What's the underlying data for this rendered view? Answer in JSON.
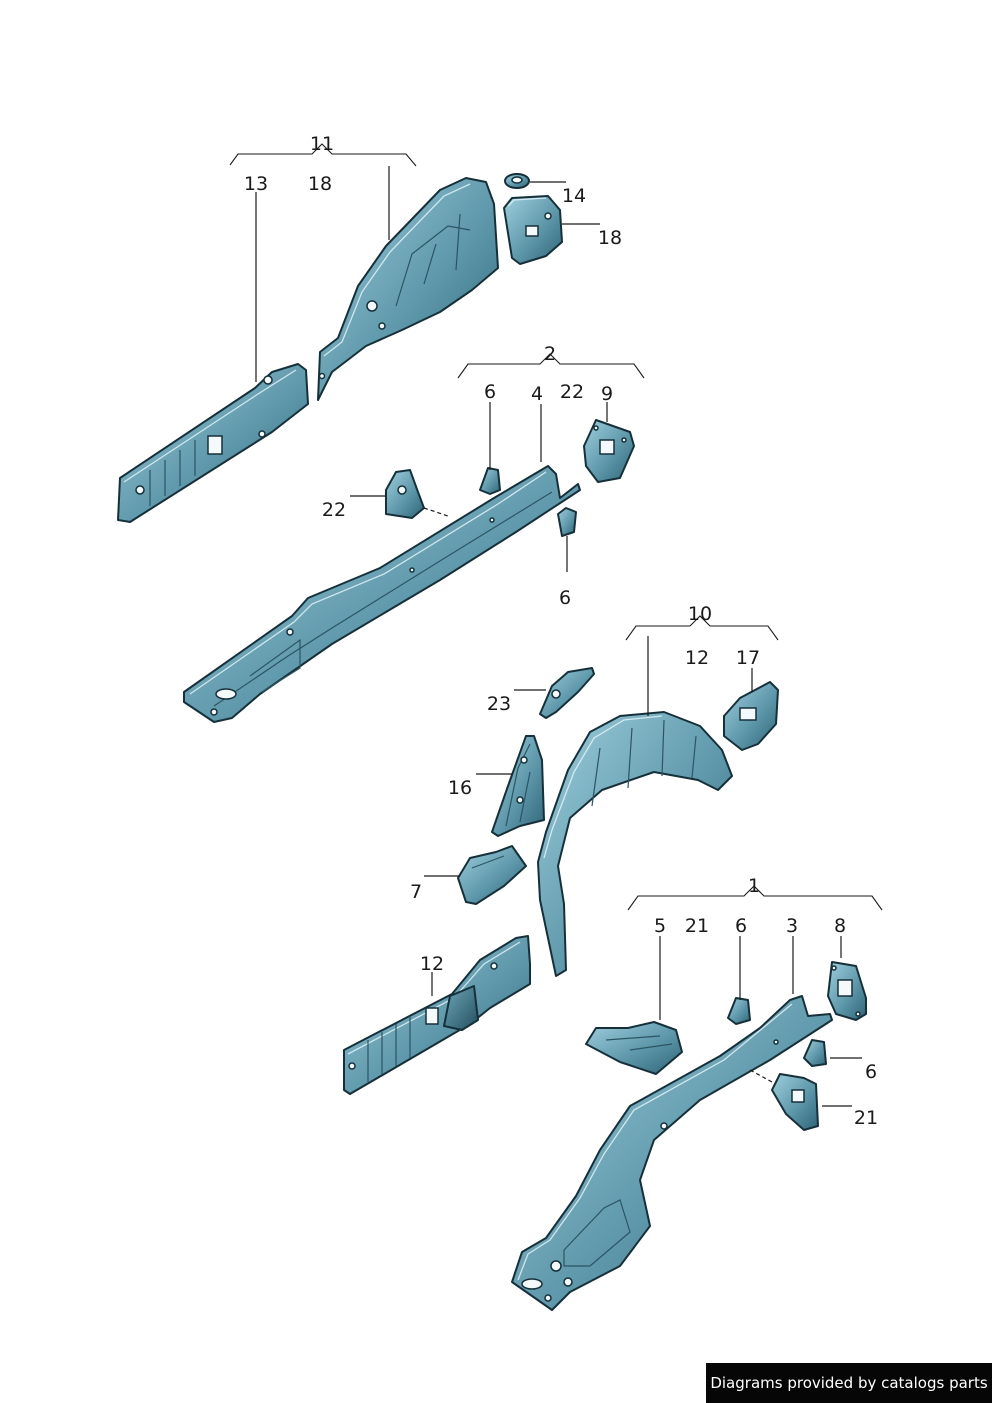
{
  "callouts": {
    "c11": "11",
    "c13": "13",
    "c18a": "18",
    "c14": "14",
    "c18b": "18",
    "c2": "2",
    "c6a": "6",
    "c4": "4",
    "c22a": "22",
    "c9": "9",
    "c22b": "22",
    "c6b": "6",
    "c10": "10",
    "c12a": "12",
    "c17": "17",
    "c23": "23",
    "c16": "16",
    "c7": "7",
    "c12b": "12",
    "c1": "1",
    "c5": "5",
    "c21a": "21",
    "c6c": "6",
    "c3": "3",
    "c8": "8",
    "c6d": "6",
    "c21b": "21"
  },
  "footer": {
    "credit": "Diagrams provided by catalogs parts"
  },
  "colors": {
    "steel_light": "#8fc3d3",
    "steel_mid": "#5f98ab",
    "steel_dark": "#2e6476",
    "outline": "#16303a",
    "footer_bg": "#060606"
  }
}
